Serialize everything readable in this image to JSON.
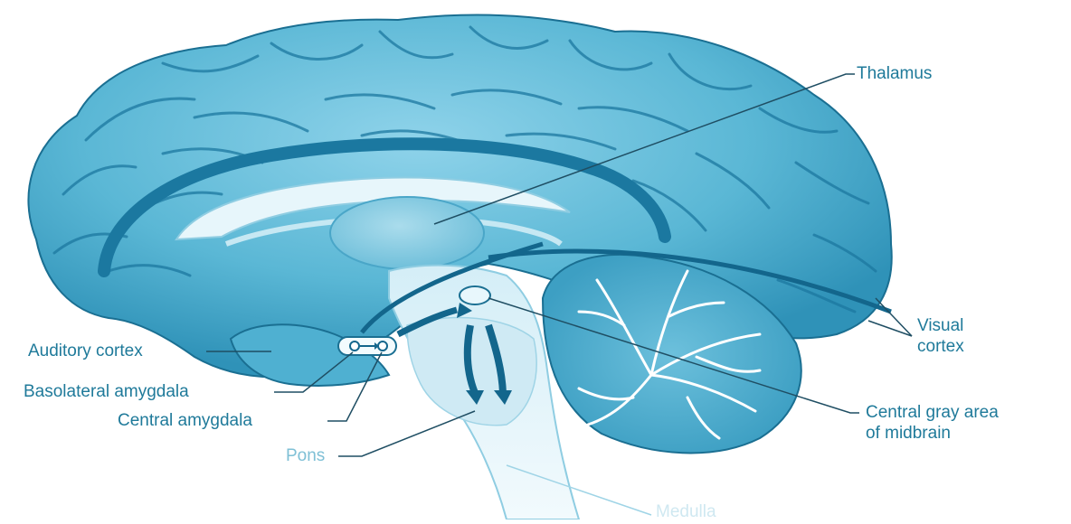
{
  "labels": {
    "thalamus": "Thalamus",
    "visual_cortex_line1": "Visual",
    "visual_cortex_line2": "cortex",
    "auditory_cortex": "Auditory cortex",
    "basolateral_amygdala": "Basolateral amygdala",
    "central_amygdala": "Central amygdala",
    "central_gray_line1": "Central gray area",
    "central_gray_line2": "of midbrain",
    "pons": "Pons",
    "medulla": "Medulla"
  },
  "colors": {
    "brain_fill": "#5cb9d6",
    "brain_light": "#a7dced",
    "brain_dark": "#1e7fa3",
    "label_text": "#1f7a9a"
  }
}
